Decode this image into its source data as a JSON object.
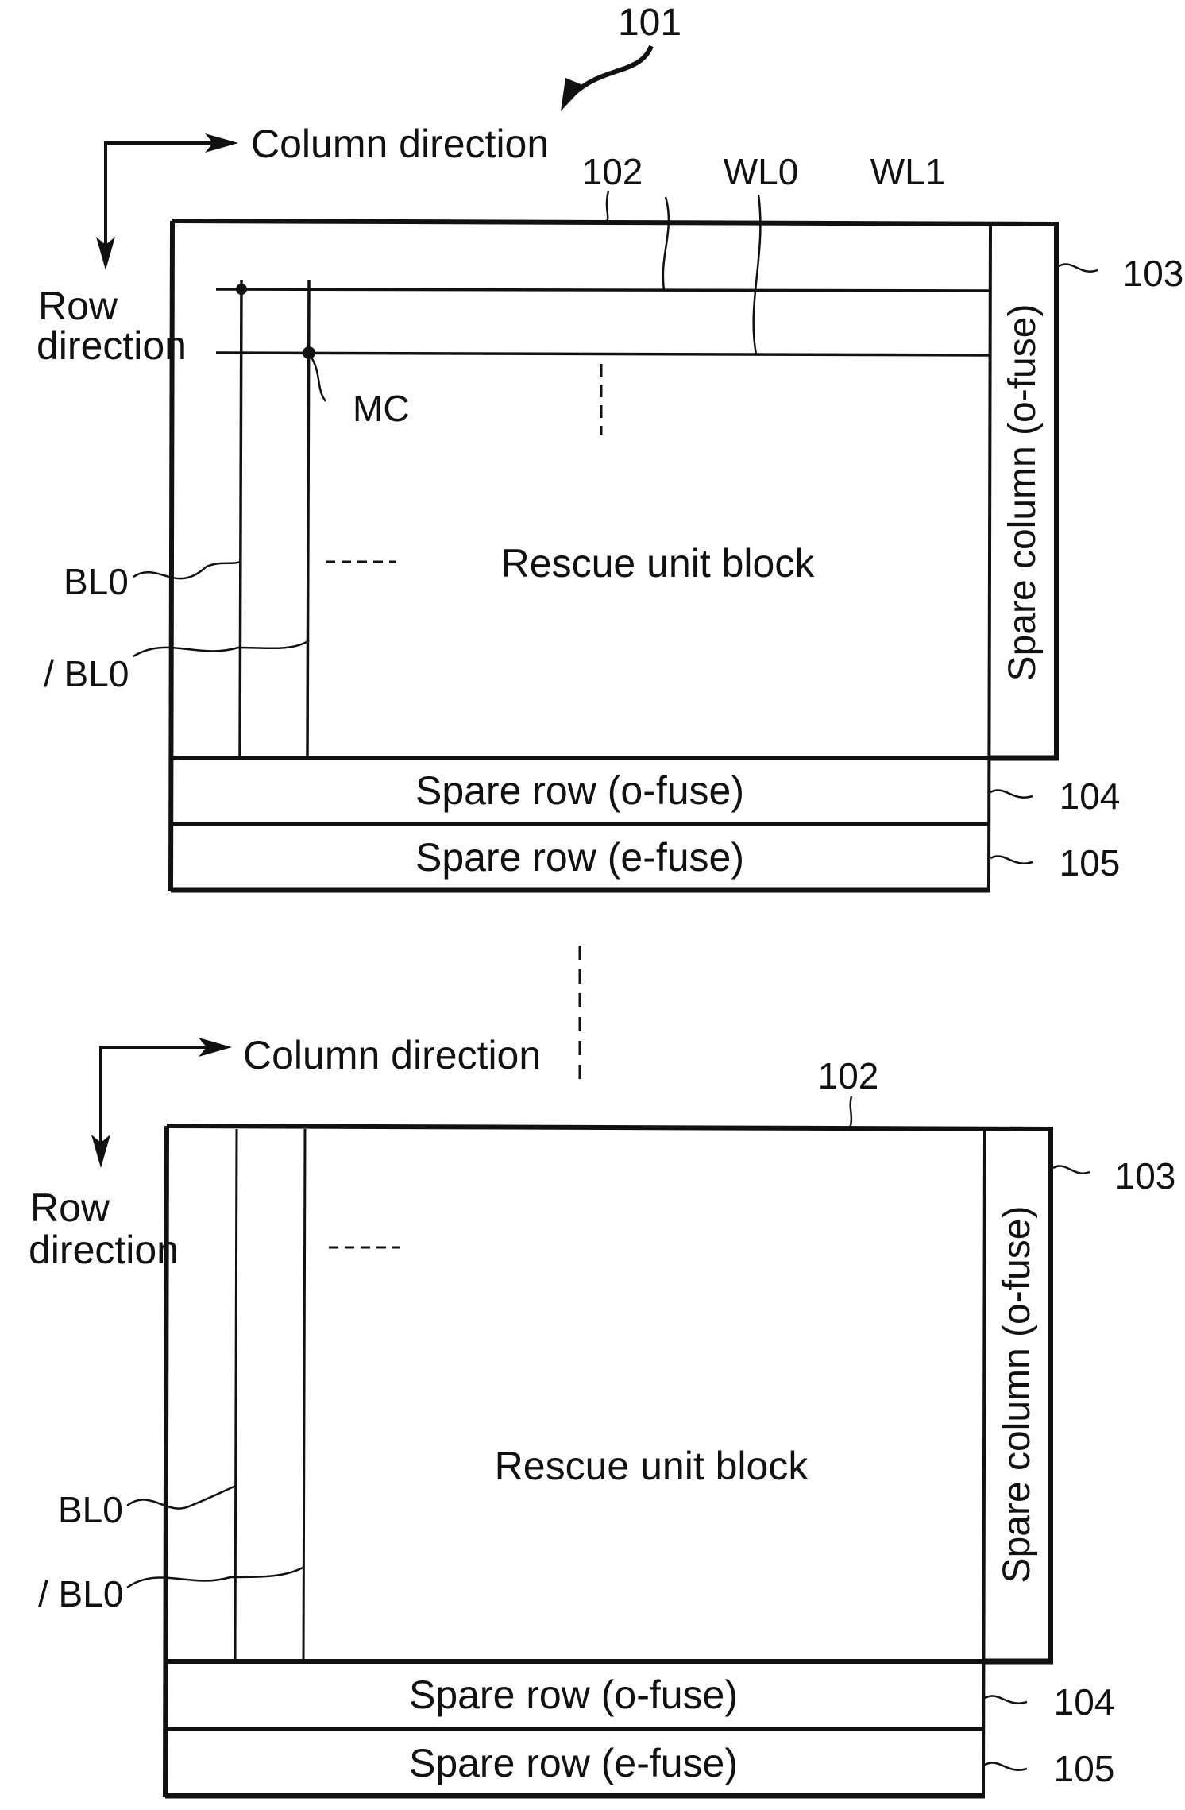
{
  "figure": {
    "ref_label": "101",
    "ink_color": "#111111",
    "background": "#ffffff"
  },
  "blocks": [
    {
      "column_direction": "Column direction",
      "row_direction_line1": "Row",
      "row_direction_line2": "direction",
      "block_ref": "102",
      "word_lines": [
        "WL0",
        "WL1"
      ],
      "memory_cell": "MC",
      "bit_lines": [
        "BL0",
        "/ BL0"
      ],
      "main_label": "Rescue unit block",
      "spare_column": "Spare column (o-fuse)",
      "spare_column_ref": "103",
      "spare_row_o": "Spare row (o-fuse)",
      "spare_row_o_ref": "104",
      "spare_row_e": "Spare row (e-fuse)",
      "spare_row_e_ref": "105"
    },
    {
      "column_direction": "Column direction",
      "row_direction_line1": "Row",
      "row_direction_line2": "direction",
      "block_ref": "102",
      "bit_lines": [
        "BL0",
        "/ BL0"
      ],
      "main_label": "Rescue unit block",
      "spare_column": "Spare column (o-fuse)",
      "spare_column_ref": "103",
      "spare_row_o": "Spare row (o-fuse)",
      "spare_row_o_ref": "104",
      "spare_row_e": "Spare row (e-fuse)",
      "spare_row_e_ref": "105"
    }
  ]
}
